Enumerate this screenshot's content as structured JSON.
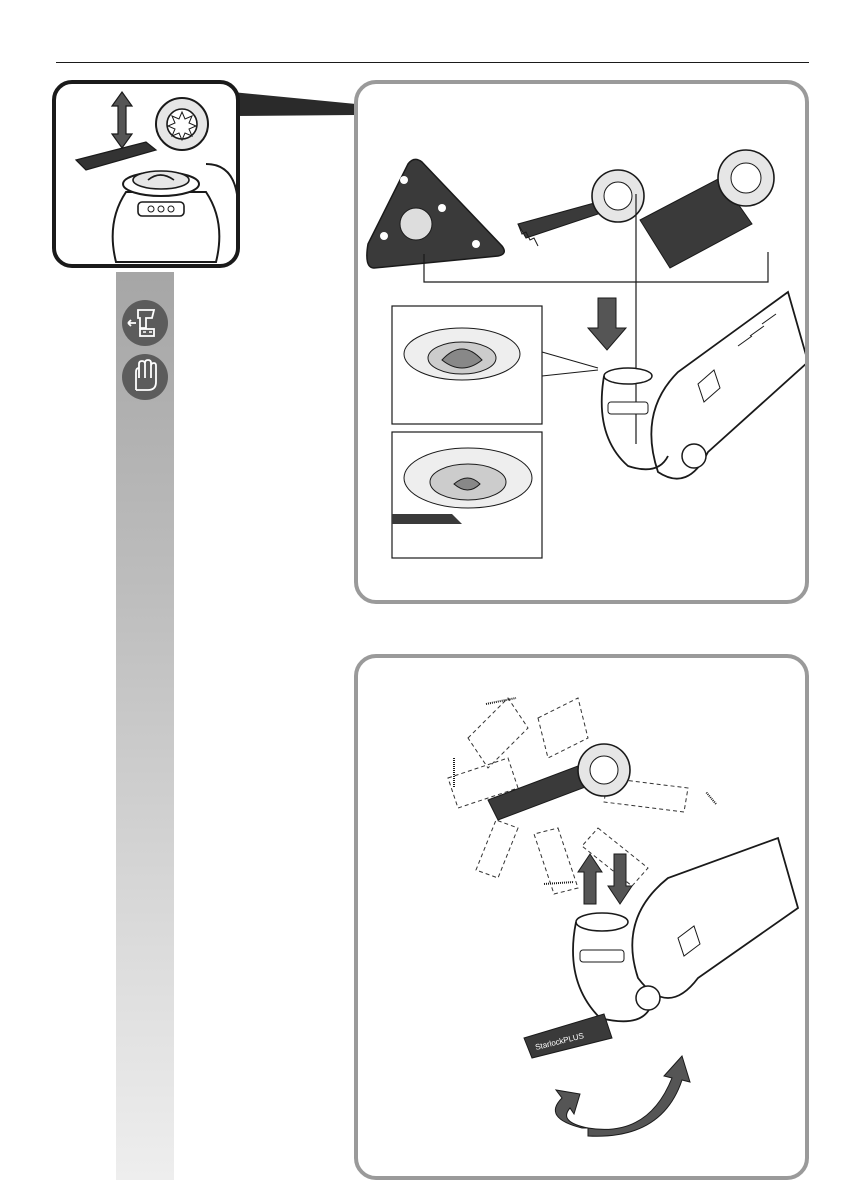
{
  "document": {
    "kind": "power tool manual illustration page",
    "figures": [
      "accessory-attachment",
      "accessory-swing-mounting"
    ]
  },
  "icons": {
    "remove_battery": "remove-battery-icon",
    "wear_gloves": "gloves-icon"
  },
  "panel_2": {
    "blade_brand_text": "StarlockPLUS"
  },
  "colors": {
    "sidebar_gray": "#b5b5b5",
    "panel_border": "#9a9a9a",
    "inset_border": "#1a1a1a",
    "icon_badge": "#5c5c5c",
    "line_art": "#1a1a1a"
  }
}
